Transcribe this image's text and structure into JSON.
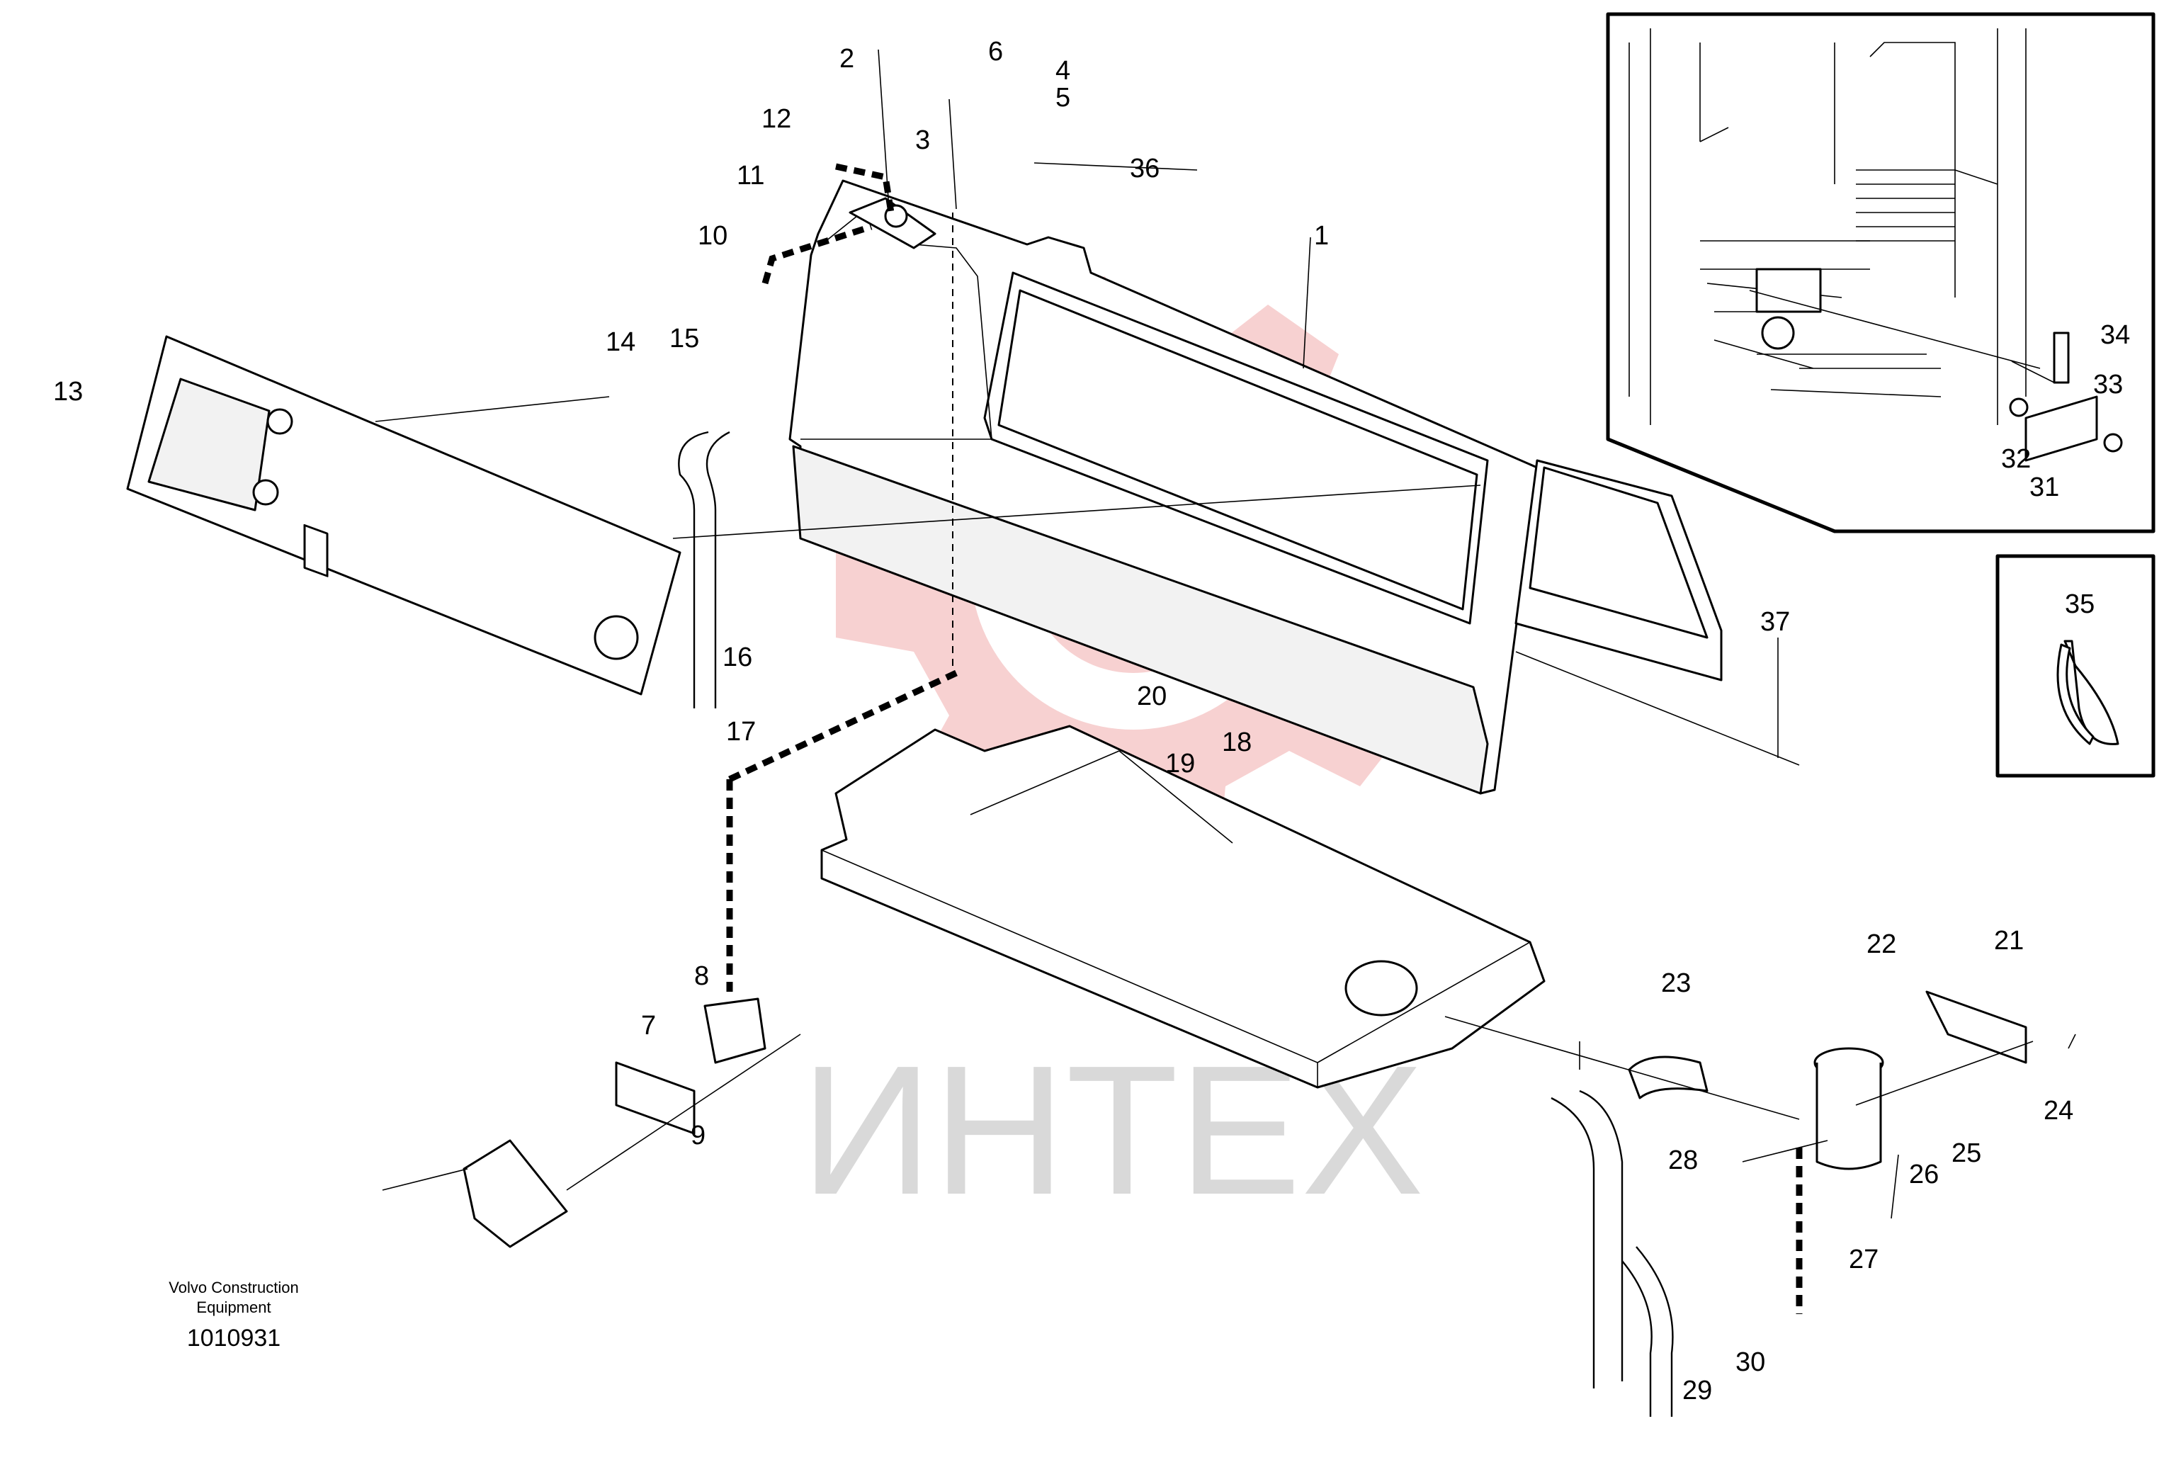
{
  "watermark": {
    "text": "ИНТЕХ",
    "color": "#f2b8b8"
  },
  "caption": {
    "brand_line1": "Volvo Construction",
    "brand_line2": "Equipment",
    "drawing_number": "1010931"
  },
  "callouts": [
    "1",
    "2",
    "3",
    "4",
    "5",
    "6",
    "7",
    "8",
    "9",
    "10",
    "11",
    "12",
    "13",
    "14",
    "15",
    "16",
    "17",
    "18",
    "19",
    "20",
    "21",
    "22",
    "23",
    "24",
    "25",
    "26",
    "27",
    "28",
    "29",
    "30",
    "31",
    "32",
    "33",
    "34",
    "35",
    "36",
    "37"
  ],
  "colors": {
    "line": "#000000",
    "background": "#ffffff",
    "watermark_gear": "#f2b8b8",
    "watermark_text": "#d9d9d9"
  }
}
